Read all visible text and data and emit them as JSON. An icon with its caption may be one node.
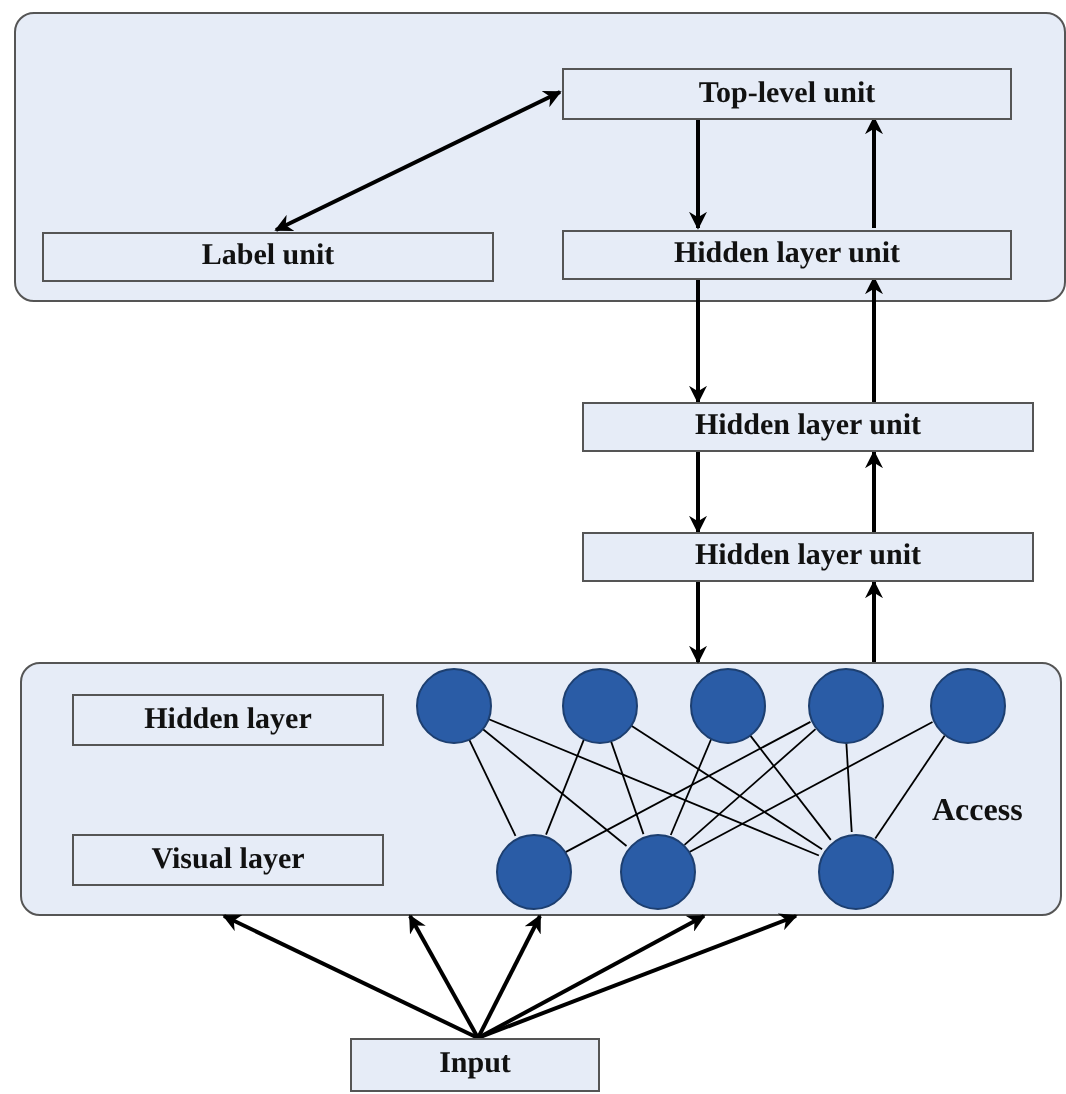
{
  "diagram": {
    "nodes": [
      {
        "text": [],
        "shape": "box"
      },
      {
        "text": [
          "Top-level unit"
        ],
        "in": 0
      },
      {
        "text": [
          "Label unit"
        ],
        "in": 0
      },
      {
        "text": [
          "Hidden layer unit"
        ],
        "in": 0
      },
      {
        "text": [
          "Hidden layer unit"
        ]
      },
      {
        "text": [
          "Hidden layer unit"
        ]
      },
      {
        "text": [],
        "shape": "box"
      },
      {
        "text": [
          "Hidden layer"
        ],
        "in": 6
      },
      {
        "text": [
          "Visual layer"
        ],
        "in": 6
      },
      {
        "text": [],
        "shape": "circle",
        "in": 6
      },
      {
        "text": [],
        "shape": "circle",
        "in": 6
      },
      {
        "text": [],
        "shape": "circle",
        "in": 6
      },
      {
        "text": [],
        "shape": "circle",
        "in": 6
      },
      {
        "text": [],
        "shape": "circle",
        "in": 6
      },
      {
        "text": [],
        "shape": "circle",
        "in": 6
      },
      {
        "text": [],
        "shape": "circle",
        "in": 6
      },
      {
        "text": [],
        "shape": "circle",
        "in": 6
      },
      {
        "text": [
          "Input"
        ]
      }
    ],
    "edges": [
      {
        "from": 1,
        "to": 2,
        "arrow": "both"
      },
      {
        "from": 1,
        "to": 3,
        "arrow": "to"
      },
      {
        "from": 3,
        "to": 1,
        "arrow": "to"
      },
      {
        "from": 3,
        "to": 4,
        "arrow": "to"
      },
      {
        "from": 4,
        "to": 3,
        "arrow": "to"
      },
      {
        "from": 4,
        "to": 5,
        "arrow": "to"
      },
      {
        "from": 5,
        "to": 4,
        "arrow": "to"
      },
      {
        "from": 5,
        "to": 6,
        "arrow": "to"
      },
      {
        "from": 6,
        "to": 5,
        "arrow": "to"
      },
      {
        "from": 17,
        "to": 6,
        "arrow": "to"
      },
      {
        "from": 17,
        "to": 6,
        "arrow": "to"
      },
      {
        "from": 17,
        "to": 6,
        "arrow": "to"
      },
      {
        "from": 17,
        "to": 6,
        "arrow": "to"
      },
      {
        "from": 17,
        "to": 6,
        "arrow": "to"
      },
      {
        "from": 9,
        "to": 14,
        "arrow": "none"
      },
      {
        "from": 9,
        "to": 15,
        "arrow": "none"
      },
      {
        "from": 9,
        "to": 16,
        "arrow": "none"
      },
      {
        "from": 10,
        "to": 14,
        "arrow": "none"
      },
      {
        "from": 10,
        "to": 15,
        "arrow": "none"
      },
      {
        "from": 10,
        "to": 16,
        "arrow": "none"
      },
      {
        "from": 11,
        "to": 15,
        "arrow": "none"
      },
      {
        "from": 11,
        "to": 16,
        "arrow": "none"
      },
      {
        "from": 12,
        "to": 14,
        "arrow": "none"
      },
      {
        "from": 12,
        "to": 15,
        "arrow": "none"
      },
      {
        "from": 12,
        "to": 16,
        "arrow": "none"
      },
      {
        "from": 13,
        "to": 15,
        "arrow": "none"
      },
      {
        "from": 13,
        "to": 16,
        "arrow": "none"
      }
    ],
    "labels": [
      "Access"
    ]
  }
}
